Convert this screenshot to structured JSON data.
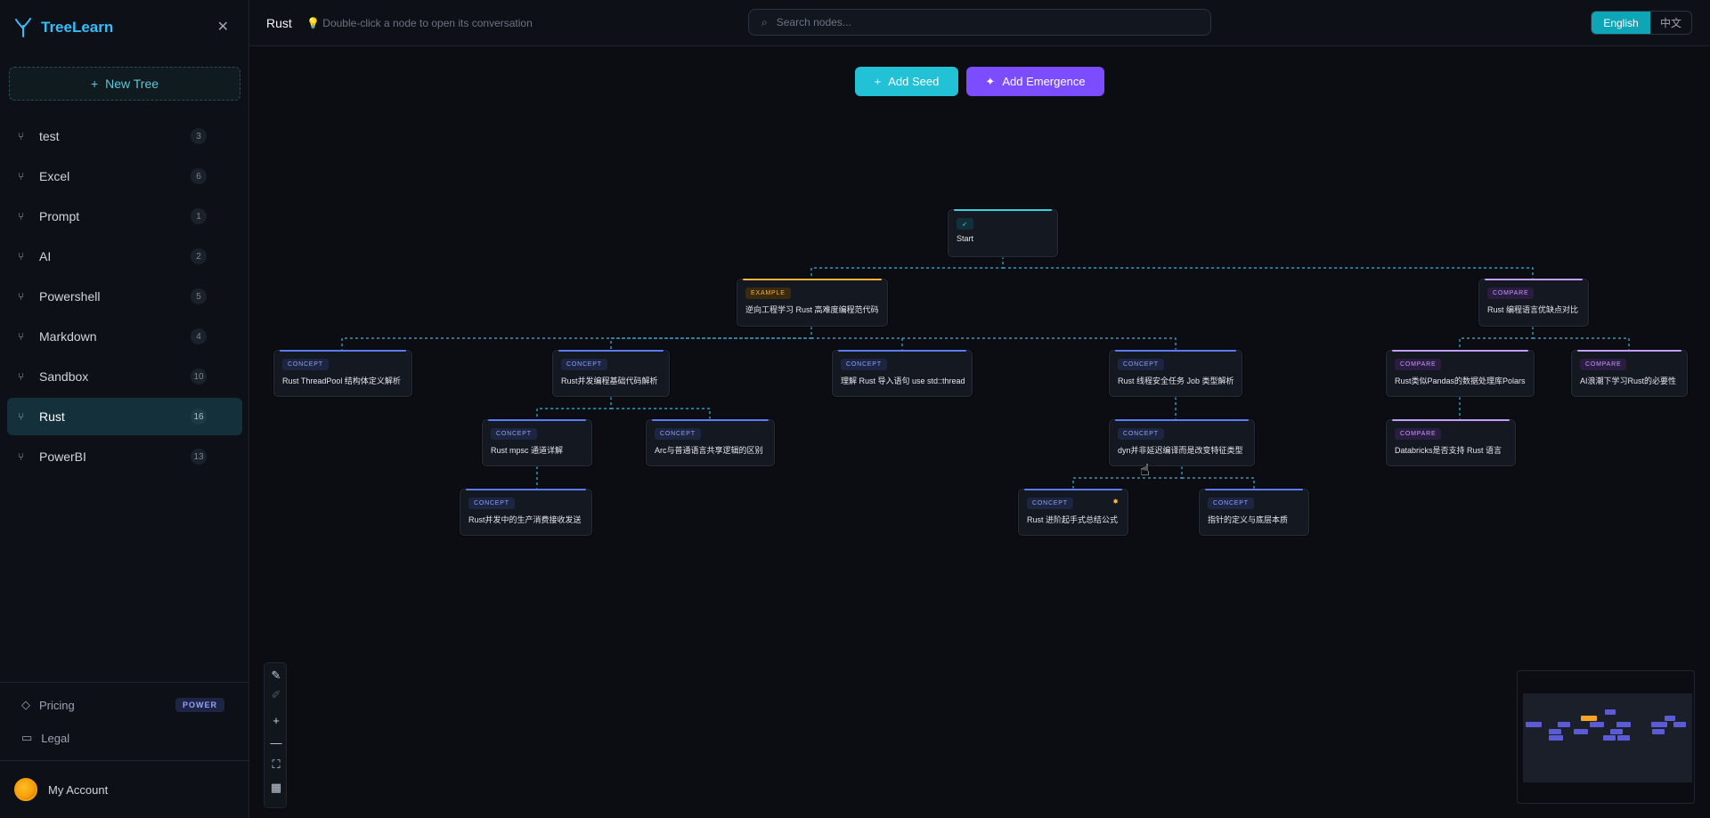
{
  "app": {
    "name": "TreeLearn"
  },
  "sidebar": {
    "new_tree_label": "New Tree",
    "items": [
      {
        "label": "test",
        "count": "3"
      },
      {
        "label": "Excel",
        "count": "6"
      },
      {
        "label": "Prompt",
        "count": "1"
      },
      {
        "label": "AI",
        "count": "2"
      },
      {
        "label": "Powershell",
        "count": "5"
      },
      {
        "label": "Markdown",
        "count": "4"
      },
      {
        "label": "Sandbox",
        "count": "10"
      },
      {
        "label": "Rust",
        "count": "16",
        "active": true
      },
      {
        "label": "PowerBI",
        "count": "13"
      }
    ],
    "pricing_label": "Pricing",
    "power_badge": "POWER",
    "legal_label": "Legal",
    "account_label": "My Account"
  },
  "header": {
    "title": "Rust",
    "hint": "Double-click a node to open its conversation",
    "search_placeholder": "Search nodes...",
    "lang_en": "English",
    "lang_zh": "中文"
  },
  "toolbar": {
    "add_seed": "Add Seed",
    "add_emergence": "Add Emergence"
  },
  "nodes": {
    "start": {
      "tag": "",
      "label": "Start"
    },
    "example": {
      "tag": "EXAMPLE",
      "label": "逆向工程学习 Rust 高难度编程范代码"
    },
    "compare_root": {
      "tag": "COMPARE",
      "label": "Rust 编程语言优缺点对比"
    },
    "c1": {
      "tag": "CONCEPT",
      "label": "Rust ThreadPool 结构体定义解析"
    },
    "c2": {
      "tag": "CONCEPT",
      "label": "Rust并发编程基础代码解析"
    },
    "c3": {
      "tag": "CONCEPT",
      "label": "理解 Rust 导入语句 use std::thread"
    },
    "c4": {
      "tag": "CONCEPT",
      "label": "Rust 线程安全任务 Job 类型解析"
    },
    "cmp1": {
      "tag": "COMPARE",
      "label": "Rust类似Pandas的数据处理库Polars"
    },
    "cmp2": {
      "tag": "COMPARE",
      "label": "AI浪潮下学习Rust的必要性"
    },
    "c5": {
      "tag": "CONCEPT",
      "label": "Rust mpsc 通道详解"
    },
    "c6": {
      "tag": "CONCEPT",
      "label": "Arc与普通语言共享逻辑的区别"
    },
    "c7": {
      "tag": "CONCEPT",
      "label": "dyn并非延迟编译而是改变特征类型"
    },
    "cmp3": {
      "tag": "COMPARE",
      "label": "Databricks是否支持 Rust 语言"
    },
    "c8": {
      "tag": "CONCEPT",
      "label": "Rust并发中的生产消费接收发送"
    },
    "c9": {
      "tag": "CONCEPT",
      "label": "Rust 进阶起手式总结公式"
    },
    "c10": {
      "tag": "CONCEPT",
      "label": "指针的定义与底层本质"
    }
  },
  "colors": {
    "accent": "#22c1d6",
    "emergence": "#7c4dff",
    "concept": "#8ea2ff",
    "example": "#f6b341",
    "compare": "#c49bff"
  }
}
